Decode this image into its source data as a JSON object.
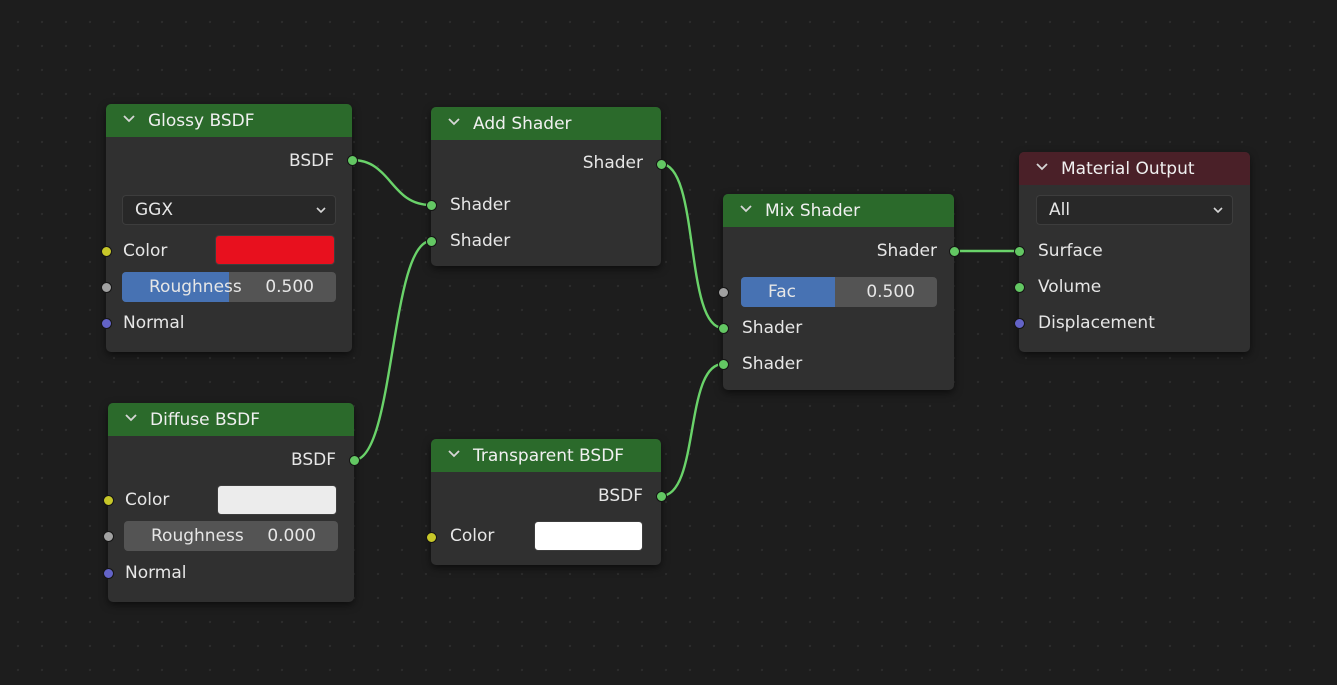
{
  "colors": {
    "background": "#1d1d1d",
    "node_body": "#303030",
    "shader_header": "#2b6a2b",
    "output_header": "#4a2028",
    "link": "#6ad36a",
    "socket_shader": "#63c763",
    "socket_color": "#c7c729",
    "socket_float": "#a1a1a1",
    "socket_vector": "#6363c7",
    "slider_fill": "#4772b3"
  },
  "icons": {
    "node_collapse": "chevron-down-icon",
    "dropdown": "chevron-down-icon"
  },
  "glossy": {
    "title": "Glossy BSDF",
    "out_label": "BSDF",
    "distribution": "GGX",
    "color_label": "Color",
    "color_value": "#e8101e",
    "roughness_label": "Roughness",
    "roughness_value": "0.500",
    "roughness_fraction": 0.5,
    "normal_label": "Normal"
  },
  "diffuse": {
    "title": "Diffuse BSDF",
    "out_label": "BSDF",
    "color_label": "Color",
    "color_value": "#ececec",
    "roughness_label": "Roughness",
    "roughness_value": "0.000",
    "roughness_fraction": 0.0,
    "normal_label": "Normal"
  },
  "add_shader": {
    "title": "Add Shader",
    "out_label": "Shader",
    "in1_label": "Shader",
    "in2_label": "Shader"
  },
  "transparent": {
    "title": "Transparent BSDF",
    "out_label": "BSDF",
    "color_label": "Color",
    "color_value": "#ffffff"
  },
  "mix_shader": {
    "title": "Mix Shader",
    "out_label": "Shader",
    "fac_label": "Fac",
    "fac_value": "0.500",
    "fac_fraction": 0.5,
    "in1_label": "Shader",
    "in2_label": "Shader"
  },
  "material_output": {
    "title": "Material Output",
    "target": "All",
    "surface_label": "Surface",
    "volume_label": "Volume",
    "displacement_label": "Displacement"
  }
}
